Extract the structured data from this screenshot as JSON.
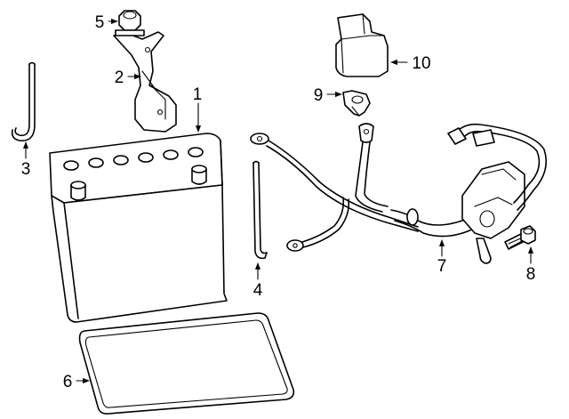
{
  "callouts": [
    {
      "number": "1",
      "part": "battery"
    },
    {
      "number": "2",
      "part": "hold-down-bracket"
    },
    {
      "number": "3",
      "part": "hold-down-rod"
    },
    {
      "number": "4",
      "part": "hold-down-rod"
    },
    {
      "number": "5",
      "part": "nut"
    },
    {
      "number": "6",
      "part": "battery-tray"
    },
    {
      "number": "7",
      "part": "cable-harness"
    },
    {
      "number": "8",
      "part": "bolt"
    },
    {
      "number": "9",
      "part": "terminal-clip"
    },
    {
      "number": "10",
      "part": "terminal-cover"
    }
  ]
}
